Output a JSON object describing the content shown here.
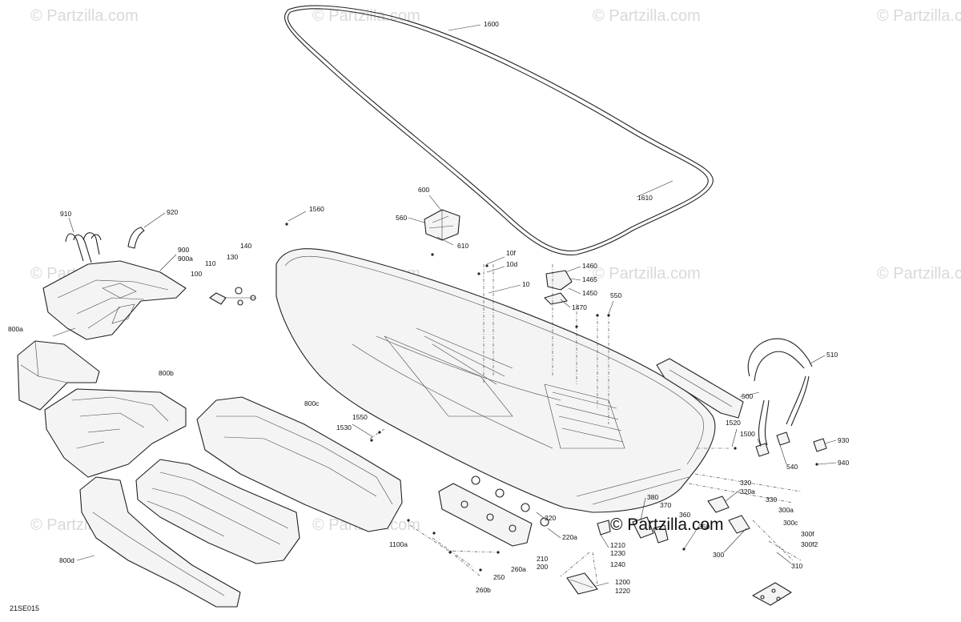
{
  "watermarks": [
    "© Partzilla.com",
    "© Partzilla.com",
    "© Partzilla.com",
    "© Partzilla.com",
    "© Partzilla.com",
    "© Partzilla.com",
    "© Partzilla.com",
    "© Partzilla.com",
    "© Partzilla.com",
    "© Partzilla.com"
  ],
  "brand_watermark": "© Partzilla.com",
  "diagram_code": "21SE015",
  "callouts": {
    "c1600": "1600",
    "c1610": "1610",
    "c600": "600",
    "c560": "560",
    "c610": "610",
    "c1560": "1560",
    "c910": "910",
    "c920": "920",
    "c900": "900",
    "c900a": "900a",
    "c140": "140",
    "c130": "130",
    "c110": "110",
    "c100": "100",
    "c10f": "10f",
    "c10d": "10d",
    "c10": "10",
    "c1460": "1460",
    "c1465": "1465",
    "c1450": "1450",
    "c1470": "1470",
    "c550": "550",
    "c510": "510",
    "c500": "500",
    "c800a": "800a",
    "c800b": "800b",
    "c800c": "800c",
    "c1550": "1550",
    "c1530": "1530",
    "c1520": "1520",
    "c1500": "1500",
    "c930": "930",
    "c540": "540",
    "c940": "940",
    "c320": "320",
    "c320a": "320a",
    "c330": "330",
    "c300a": "300a",
    "c300c": "300c",
    "c300f": "300f",
    "c300f2": "300f2",
    "c300": "300",
    "c310": "310",
    "c380": "380",
    "c370": "370",
    "c360": "360",
    "c350": "350",
    "c1210": "1210",
    "c1230": "1230",
    "c1240": "1240",
    "c1200": "1200",
    "c1220": "1220",
    "c220": "220",
    "c220a": "220a",
    "c210": "210",
    "c200": "200",
    "c260a": "260a",
    "c250": "250",
    "c260b": "260b",
    "c1100a": "1100a",
    "c800d": "800d"
  }
}
